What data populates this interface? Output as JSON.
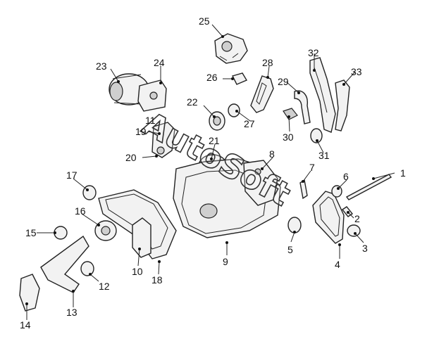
{
  "diagram": {
    "watermark": "AutoSoft",
    "callouts": [
      "1",
      "2",
      "3",
      "4",
      "5",
      "6",
      "7",
      "8",
      "9",
      "10",
      "11",
      "12",
      "13",
      "14",
      "15",
      "16",
      "17",
      "18",
      "19",
      "20",
      "21",
      "22",
      "23",
      "24",
      "25",
      "26",
      "27",
      "28",
      "29",
      "30",
      "31",
      "32",
      "33"
    ]
  },
  "colors": {
    "line": "#222222",
    "part_fill": "#f2f2f2",
    "part_dark": "#cfcfcf",
    "background": "#ffffff"
  }
}
